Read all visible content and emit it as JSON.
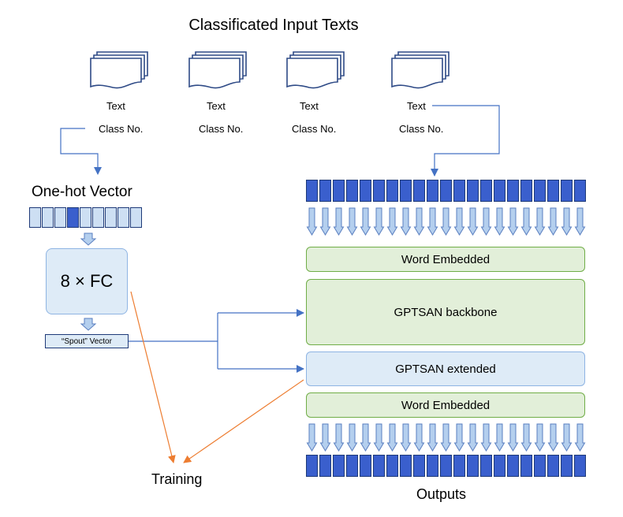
{
  "title": "Classificated Input Texts",
  "documents": [
    {
      "text": "Text",
      "class": "Class No."
    },
    {
      "text": "Text",
      "class": "Class No."
    },
    {
      "text": "Text",
      "class": "Class No."
    },
    {
      "text": "Text",
      "class": "Class No."
    }
  ],
  "onehot": {
    "label": "One-hot Vector",
    "cells": [
      "light",
      "light",
      "light",
      "dark",
      "light",
      "light",
      "light",
      "light",
      "light"
    ]
  },
  "fc_box": {
    "label": "8 × FC"
  },
  "spout": {
    "label": "“Spout” Vector"
  },
  "layers": {
    "word_embedded_top": "Word Embedded",
    "backbone": "GPTSAN backbone",
    "extended": "GPTSAN extended",
    "word_embedded_bottom": "Word Embedded"
  },
  "token_count": 21,
  "training": "Training",
  "outputs": "Outputs",
  "colors": {
    "token_fill": "#3a5fcd",
    "token_border": "#1e3a78",
    "onehot_light": "#cddff3",
    "green_fill": "#e2efd9",
    "green_border": "#70ad47",
    "blue_fill": "#deebf7",
    "blue_border": "#8eb4e3",
    "arrow_fill": "#b4cfee",
    "arrow_border": "#5a7fc0",
    "connector": "#4472c4",
    "training_arrow": "#ed7d31"
  }
}
